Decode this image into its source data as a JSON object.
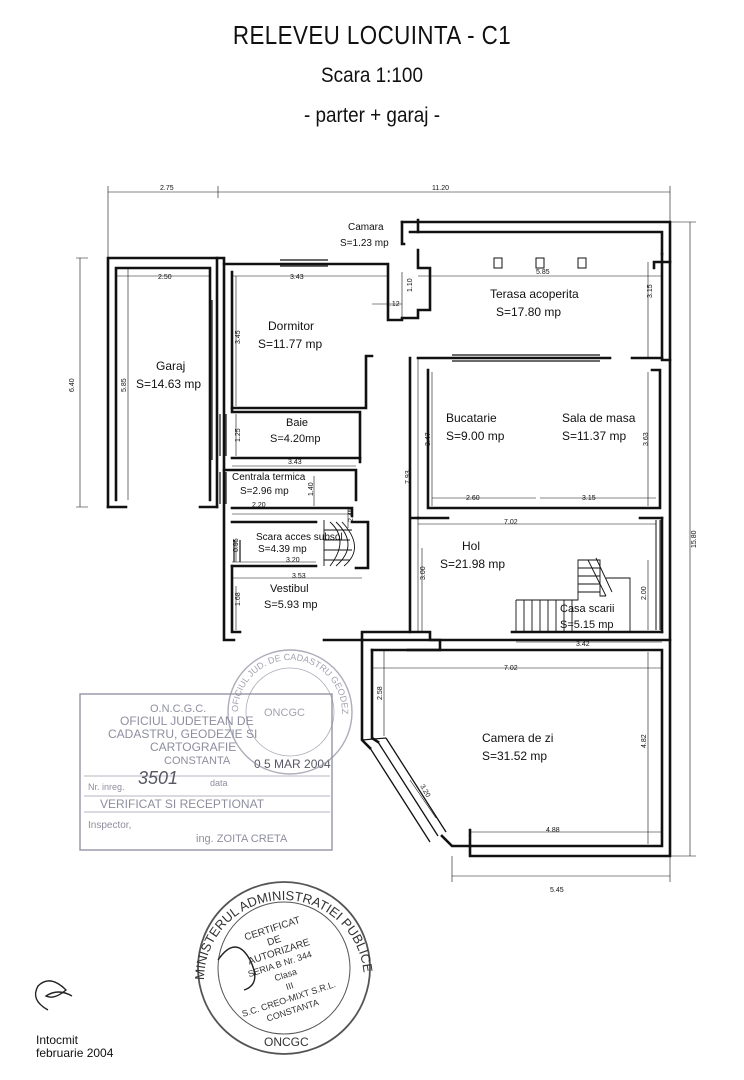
{
  "header": {
    "title": "RELEVEU LOCUINTA - C1",
    "scale": "Scara 1:100",
    "subtitle": "- parter + garaj -"
  },
  "rooms": [
    {
      "id": "camara",
      "name": "Camara",
      "area": "S=1.23 mp"
    },
    {
      "id": "terasa",
      "name": "Terasa acoperita",
      "area": "S=17.80 mp"
    },
    {
      "id": "dormitor",
      "name": "Dormitor",
      "area": "S=11.77 mp"
    },
    {
      "id": "garaj",
      "name": "Garaj",
      "area": "S=14.63 mp"
    },
    {
      "id": "bucatarie",
      "name": "Bucatarie",
      "area": "S=9.00 mp"
    },
    {
      "id": "sala",
      "name": "Sala de masa",
      "area": "S=11.37 mp"
    },
    {
      "id": "baie",
      "name": "Baie",
      "area": "S=4.20mp"
    },
    {
      "id": "centrala",
      "name": "Centrala termica",
      "area": "S=2.96 mp"
    },
    {
      "id": "scara_subsol",
      "name": "Scara acces subsol",
      "area": "S=4.39 mp"
    },
    {
      "id": "hol",
      "name": "Hol",
      "area": "S=21.98 mp"
    },
    {
      "id": "vestibul",
      "name": "Vestibul",
      "area": "S=5.93 mp"
    },
    {
      "id": "casa_scarii",
      "name": "Casa scarii",
      "area": "S=5.15 mp"
    },
    {
      "id": "camera_zi",
      "name": "Camera de zi",
      "area": "S=31.52 mp"
    }
  ],
  "dimensions": {
    "top_left": "2.75",
    "top_right": "11.20",
    "garaj_w": "2.50",
    "dormitor_w": "3.43",
    "terasa_w": "5.85",
    "camara_w": "1.12",
    "camara_h": "1.10",
    "terasa_h": "3.15",
    "dormitor_h": "3.45",
    "left_total": "6.40",
    "garaj_h": "5.85",
    "baie_h": "1.25",
    "bucatarie_h": "3.47",
    "sala_h": "3.63",
    "hol_left_h": "7.93",
    "baie_w": "3.43",
    "centrala_h": "1.40",
    "bucatarie_w": "2.60",
    "sala_w": "3.15",
    "centrala_w": "2.20",
    "stair_h": "2.45",
    "hol_w": "7.02",
    "scara_h": "0.95",
    "scara_w": "3.20",
    "vestibul_w": "3.53",
    "hol_h": "3.00",
    "casa_h": "2.00",
    "vestibul_h": "1.68",
    "casa_w": "3.42",
    "right_total": "15.80",
    "zi_w": "7.02",
    "zi_left_h": "2.58",
    "zi_right_h": "4.82",
    "bay_diag": "3.20",
    "zi_inner_w": "4.88",
    "bottom_w": "5.45"
  },
  "stamps": {
    "oncgc": {
      "line1": "O.N.C.G.C.",
      "line2": "OFICIUL JUDETEAN DE",
      "line3": "CADASTRU, GEODEZIE SI",
      "line4": "CARTOGRAFIE",
      "line5": "CONSTANTA",
      "reg_label": "Nr. inreg.",
      "reg_value": "3501",
      "date_label": "data",
      "date_value": "0 5 MAR 2004",
      "verified": "VERIFICAT SI RECEPTIONAT",
      "inspector_label": "Inspector,",
      "inspector_name": "ing. ZOITA CRETA"
    },
    "round_small": {
      "ring": "OFICIUL JUD. DE CADASTRU GEODEZIE",
      "center": "ONCGC"
    },
    "authorization": {
      "ring": "MINISTERUL ADMINISTRATIEI PUBLICE",
      "line1": "CERTIFICAT",
      "line2": "DE",
      "line3": "AUTORIZARE",
      "line4": "SERIA B Nr. 344",
      "line5": "Clasa",
      "line6": "III",
      "line7": "S.C. CREO-MIXT S.R.L.",
      "line8": "CONSTANTA",
      "bottom": "ONCGC"
    }
  },
  "footer": {
    "line1": "Intocmit",
    "line2": "februarie 2004"
  }
}
